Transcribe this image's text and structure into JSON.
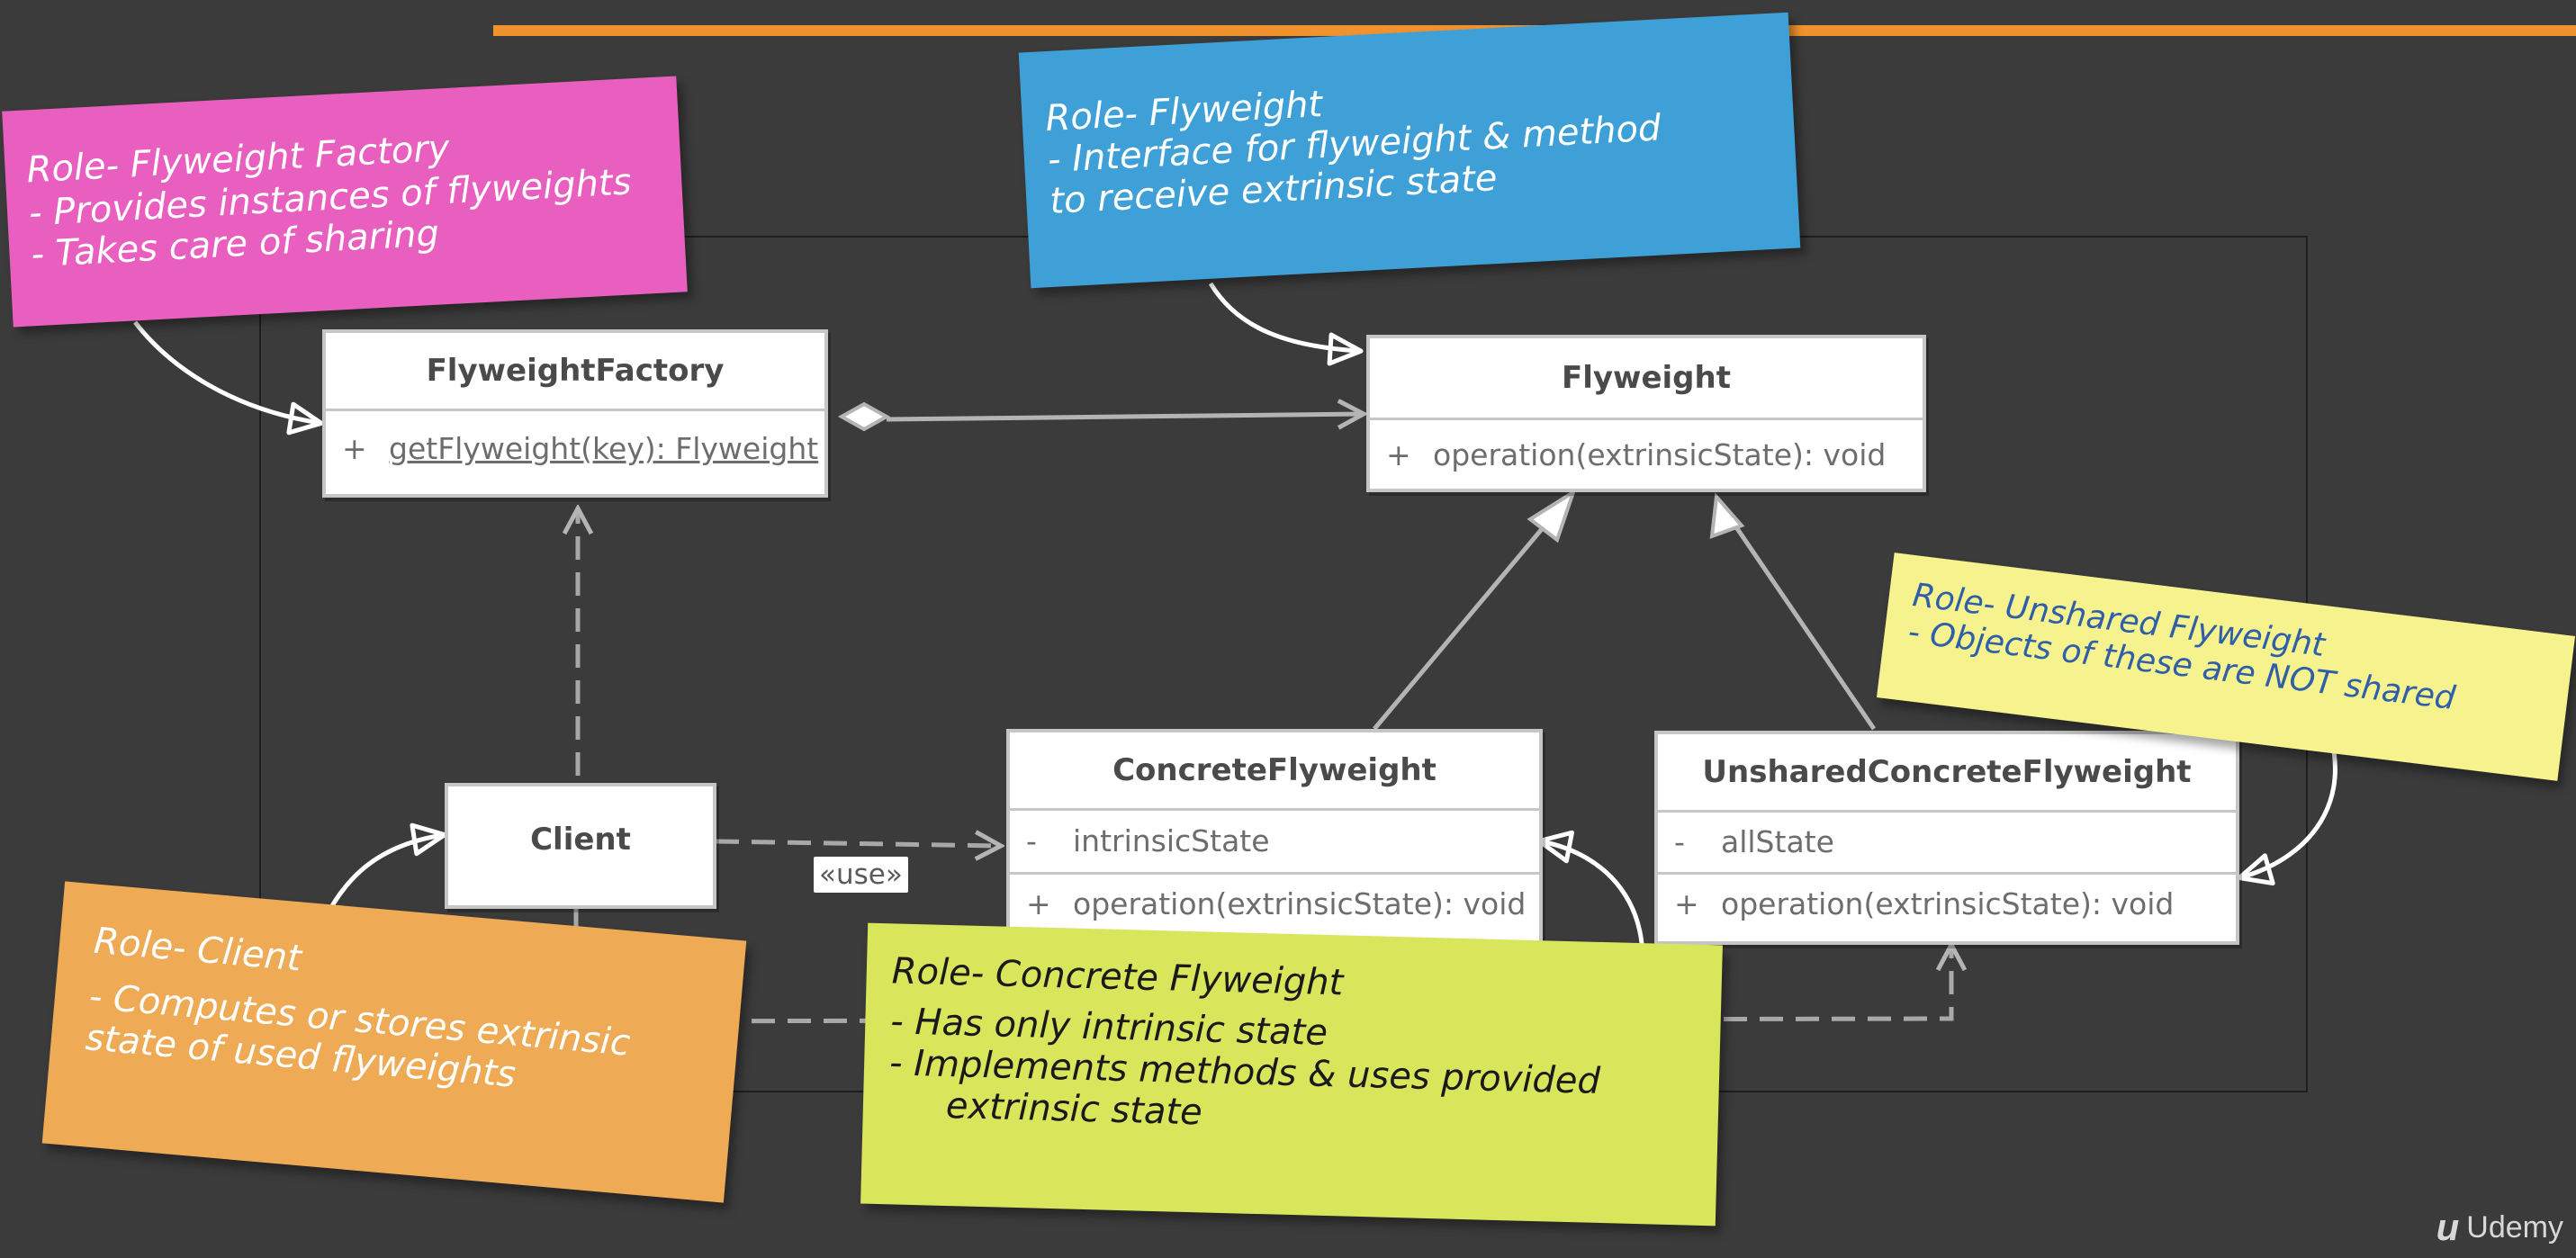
{
  "classes": {
    "factory": {
      "name": "FlyweightFactory",
      "members": [
        {
          "vis": "+",
          "sig": "getFlyweight(key): Flyweight"
        }
      ]
    },
    "flyweight": {
      "name": "Flyweight",
      "members": [
        {
          "vis": "+",
          "sig": "operation(extrinsicState): void"
        }
      ]
    },
    "client": {
      "name": "Client"
    },
    "concrete": {
      "name": "ConcreteFlyweight",
      "attributes": [
        {
          "vis": "-",
          "sig": "intrinsicState"
        }
      ],
      "operations": [
        {
          "vis": "+",
          "sig": "operation(extrinsicState): void"
        }
      ]
    },
    "unshared": {
      "name": "UnsharedConcreteFlyweight",
      "attributes": [
        {
          "vis": "-",
          "sig": "allState"
        }
      ],
      "operations": [
        {
          "vis": "+",
          "sig": "operation(extrinsicState): void"
        }
      ]
    }
  },
  "use_label": "«use»",
  "notes": {
    "factory": {
      "title": "Role- Flyweight Factory",
      "lines": [
        "- Provides instances of flyweights",
        "- Takes care of sharing"
      ],
      "color": "#e85fbf"
    },
    "flyweight": {
      "title": "Role- Flyweight",
      "lines": [
        "- Interface for flyweight & method",
        "to receive extrinsic state"
      ],
      "color": "#3fa0d8"
    },
    "unshared": {
      "title": "Role- Unshared Flyweight",
      "lines": [
        "- Objects of these are NOT shared"
      ],
      "color": "#f6f38e",
      "text_color": "#2f5fa8"
    },
    "client": {
      "title": "Role- Client",
      "lines": [
        "- Computes or stores extrinsic",
        "state of used flyweights"
      ],
      "color": "#eeaa55"
    },
    "concrete": {
      "title": "Role- Concrete Flyweight",
      "lines": [
        "- Has only intrinsic state",
        "- Implements methods & uses provided",
        "extrinsic state"
      ],
      "color": "#d9e65b",
      "text_color": "#1a1a1a"
    }
  },
  "accent_bar_color": "#f0922e",
  "brand": {
    "mark": "u",
    "text": "Udemy"
  }
}
